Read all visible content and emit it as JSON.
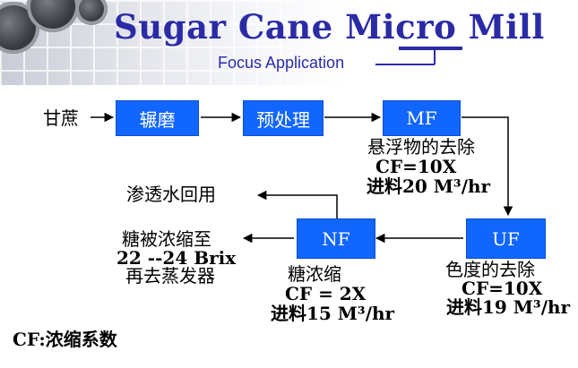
{
  "header": {
    "title": "Sugar Cane Micro Mill",
    "subtitle": "Focus Application"
  },
  "flow": {
    "input_label": "甘蔗",
    "boxes": {
      "milling": "辗磨",
      "pretreatment": "预处理",
      "mf": "MF",
      "uf": "UF",
      "nf": "NF"
    },
    "mf_notes": {
      "line1": "悬浮物的去除",
      "line2": "CF=10X",
      "line3": "进料20 M³/hr"
    },
    "uf_notes": {
      "line1": "色度的去除",
      "line2": "CF=10X",
      "line3": "进料19 M³/hr"
    },
    "nf_notes": {
      "line1": "糖浓缩",
      "line2": "CF = 2X",
      "line3": "进料15 M³/hr"
    },
    "permeate_label": "渗透水回用",
    "concentrate_labels": {
      "line1": "糖被浓缩至",
      "line2": "22 --24 Brix",
      "line3": "再去蒸发器"
    }
  },
  "footnote": "CF:浓缩系数",
  "colors": {
    "accent": "#2b2ba6",
    "box_fill": "#1166ff"
  }
}
